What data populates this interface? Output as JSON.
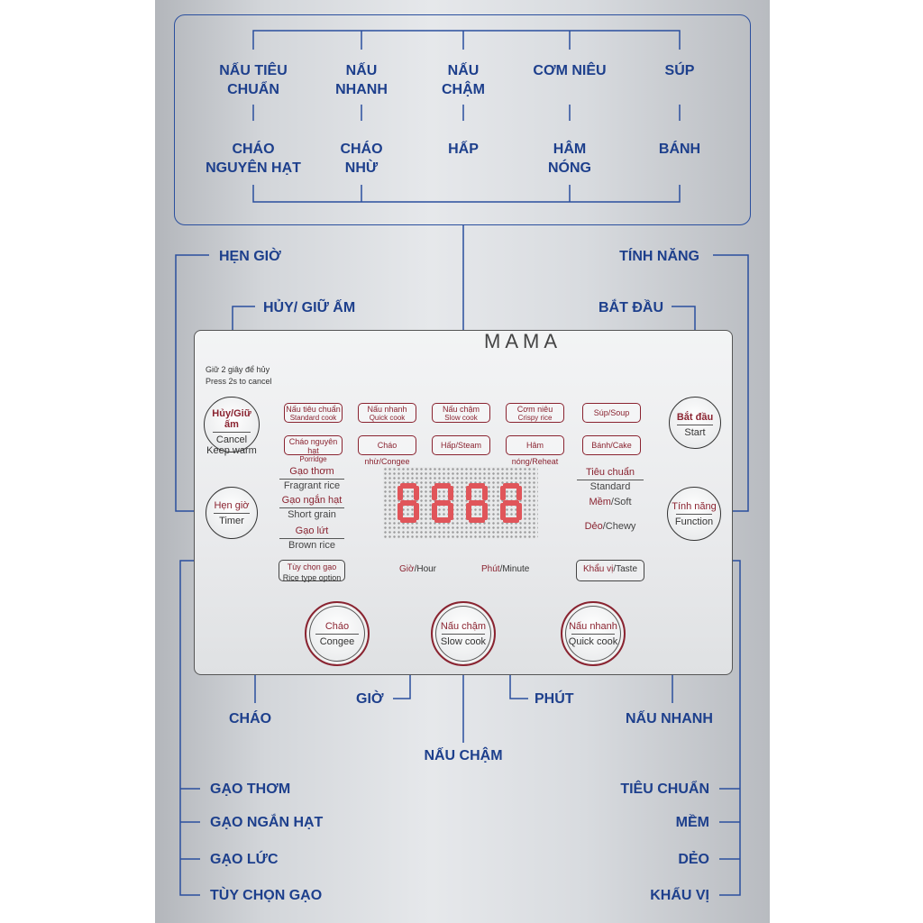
{
  "modes": {
    "row1": [
      [
        "NẤU TIÊU",
        "CHUẨN"
      ],
      [
        "NẤU",
        "NHANH"
      ],
      [
        "NẤU",
        "CHẬM"
      ],
      [
        "CƠM NIÊU"
      ],
      [
        "SÚP"
      ]
    ],
    "row2": [
      [
        "CHÁO",
        "NGUYÊN HẠT"
      ],
      [
        "CHÁO",
        "NHỪ"
      ],
      [
        "HẤP"
      ],
      [
        "HÂM",
        "NÓNG"
      ],
      [
        "BÁNH"
      ]
    ]
  },
  "callouts": {
    "hen_gio": "HẸN GIỜ",
    "huy_giu_am": "HỦY/ GIỮ ẤM",
    "tinh_nang": "TÍNH NĂNG",
    "bat_dau": "BẮT ĐẦU",
    "chao": "CHÁO",
    "gio": "GIỜ",
    "phut": "PHÚT",
    "nau_nhanh": "NẤU NHANH",
    "nau_cham": "NẤU CHẬM",
    "rice": [
      "GẠO THƠM",
      "GẠO NGẮN HẠT",
      "GẠO LỨC",
      "TÙY CHỌN GẠO"
    ],
    "texture": [
      "TIÊU CHUẨN",
      "MỀM",
      "DẺO",
      "KHẨU VỊ"
    ]
  },
  "panel": {
    "brand": "MAMA",
    "hold_vi": "Giữ 2 giây để hủy",
    "hold_en": "Press 2s to cancel",
    "chips": [
      {
        "vi": "Nấu tiêu chuẩn",
        "en": "Standard cook"
      },
      {
        "vi": "Nấu nhanh",
        "en": "Quick cook"
      },
      {
        "vi": "Nấu chậm",
        "en": "Slow cook"
      },
      {
        "vi": "Cơm niêu",
        "en": "Crispy rice"
      },
      {
        "vi": "Súp/Soup",
        "en": ""
      },
      {
        "vi": "Cháo nguyên hạt",
        "en": "Porridge"
      },
      {
        "vi": "Cháo nhừ/Congee",
        "en": ""
      },
      {
        "vi": "Hấp/Steam",
        "en": ""
      },
      {
        "vi": "Hâm nóng/Reheat",
        "en": ""
      },
      {
        "vi": "Bánh/Cake",
        "en": ""
      }
    ],
    "cancel_btn": {
      "vi": "Hủy/Giữ ấm",
      "en1": "Cancel",
      "en2": "Keep warm"
    },
    "timer_btn": {
      "vi": "Hẹn giờ",
      "en": "Timer"
    },
    "start_btn": {
      "vi": "Bắt đầu",
      "en": "Start"
    },
    "function_btn": {
      "vi": "Tính năng",
      "en": "Function"
    },
    "rice_opts": [
      {
        "vi": "Gạo thơm",
        "en": "Fragrant rice"
      },
      {
        "vi": "Gạo ngắn hạt",
        "en": "Short grain"
      },
      {
        "vi": "Gạo lứt",
        "en": "Brown rice"
      }
    ],
    "rice_type_btn": {
      "vi": "Tùy chọn gạo",
      "en": "Rice type option"
    },
    "texture_opts": [
      {
        "vi": "Tiêu chuẩn",
        "en": "Standard"
      },
      {
        "vi": "Mềm",
        "en": "/Soft"
      },
      {
        "vi": "Dẻo",
        "en": "/Chewy"
      }
    ],
    "taste_btn": {
      "vi": "Khẩu vị",
      "en": "/Taste"
    },
    "hour_label": {
      "vi": "Giờ",
      "en": "/Hour"
    },
    "minute_label": {
      "vi": "Phút",
      "en": "/Minute"
    },
    "display": "8888",
    "congee_btn": {
      "vi": "Cháo",
      "en": "Congee"
    },
    "slow_btn": {
      "vi": "Nấu chậm",
      "en": "Slow cook"
    },
    "quick_btn": {
      "vi": "Nấu nhanh",
      "en": "Quick cook"
    }
  },
  "colors": {
    "label_blue": "#1d3f8c",
    "line_blue": "#2a4f9e",
    "accent_red": "#8a2330",
    "led_red": "#e0555a"
  }
}
